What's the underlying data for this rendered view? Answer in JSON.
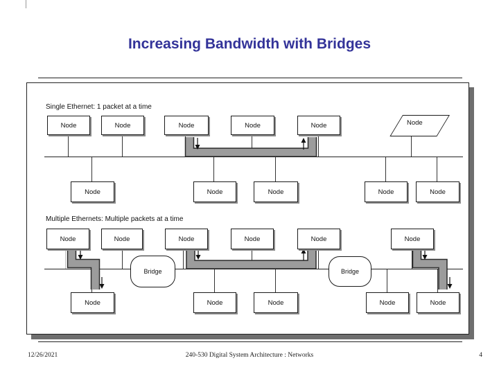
{
  "slide": {
    "title": "Increasing Bandwidth with Bridges",
    "diagram": {
      "single_label": "Single Ethernet: 1 packet at a time",
      "multiple_label": "Multiple Ethernets: Multiple packets at a time",
      "node_label": "Node",
      "bridge_label": "Bridge"
    },
    "footer": {
      "date": "12/26/2021",
      "course": "240-530 Digital System Architecture : Networks",
      "page": "4"
    },
    "colors": {
      "title": "#333399",
      "packet": "#9c9c9c",
      "outline": "#2b2b2b",
      "shadow": "#6e6e6e"
    }
  }
}
